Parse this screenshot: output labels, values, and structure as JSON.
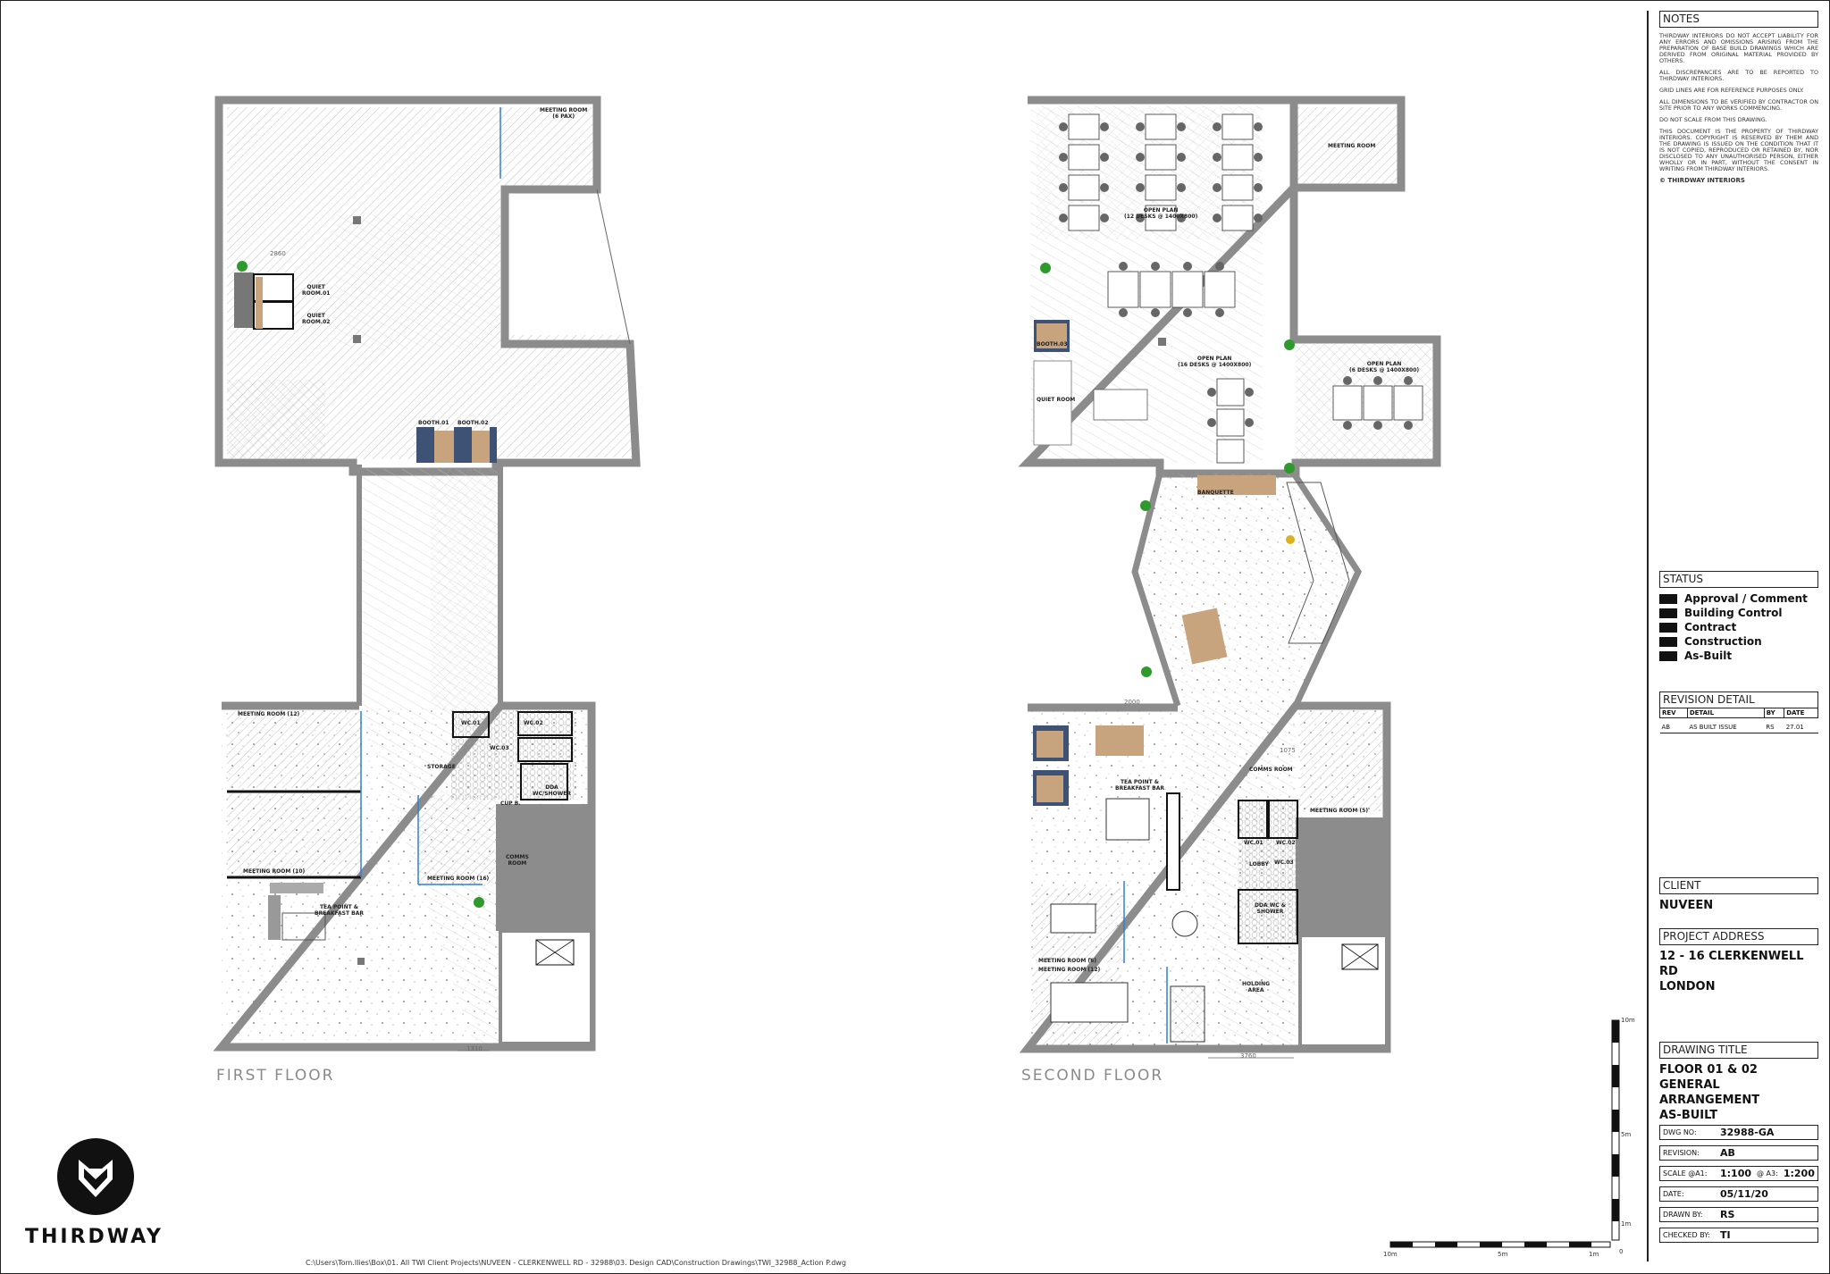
{
  "floors": {
    "first": "FIRST FLOOR",
    "second": "SECOND FLOOR"
  },
  "rooms_first": {
    "meeting_6pax": "MEETING ROOM\n(6 PAX)",
    "quiet_1": "QUIET\nROOM.01",
    "quiet_2": "QUIET\nROOM.02",
    "booth_01": "BOOTH.01",
    "booth_02": "BOOTH.02",
    "meeting_12": "MEETING ROOM (12)",
    "meeting_10": "MEETING ROOM (10)",
    "tea_point": "TEA POINT &\nBREAKFAST BAR",
    "wc_01": "WC.01",
    "wc_02": "WC.02",
    "wc_03": "WC.03",
    "storage": "STORAGE",
    "shower": "DDA\nWC/SHOWER",
    "comms": "COMMS\nROOM",
    "meeting_16": "MEETING ROOM (16)",
    "cleaner": "CUP B."
  },
  "rooms_second": {
    "open_plan_1": "OPEN PLAN\n(12 DESKS @ 1400X800)",
    "meeting_room": "MEETING ROOM",
    "booth_03": "BOOTH.03",
    "open_plan_2": "OPEN PLAN\n(16 DESKS @ 1400X800)",
    "open_plan_3": "OPEN PLAN\n(6 DESKS @ 1400X800)",
    "quiet_room": "QUIET ROOM",
    "banquette": "BANQUETTE",
    "tea_point": "TEA POINT &\nBREAKFAST BAR",
    "comms": "COMMS ROOM",
    "meeting_5": "MEETING ROOM (5)",
    "meeting_6": "MEETING ROOM (6)",
    "meeting_12": "MEETING ROOM (12)",
    "wc_01": "WC.01",
    "wc_02": "WC.02",
    "wc_03": "WC.03",
    "lobby": "LOBBY",
    "shower": "DDA WC &\nSHOWER",
    "holding": "HOLDING\nAREA"
  },
  "dimensions": {
    "d1310": "1310",
    "d2000": "2000",
    "d3760": "3760",
    "d1075": "1075",
    "d2860": "2860"
  },
  "file_path": "C:\\Users\\Tom.Ilies\\Box\\01. All TWI Client Projects\\NUVEEN - CLERKENWELL RD - 32988\\03. Design CAD\\Construction Drawings\\TWI_32988_Action P.dwg",
  "logo": {
    "name": "THIRDWAY"
  },
  "notes": {
    "heading": "NOTES",
    "paragraphs": [
      "Thirdway Interiors do not accept liability for any errors and omissions arising from the preparation of base build drawings which are derived from original material provided by others.",
      "All discrepancies are to be reported to Thirdway Interiors.",
      "Grid lines are for reference purposes only.",
      "All dimensions to be verified by contractor on site prior to any works commencing.",
      "Do not scale from this drawing.",
      "This document is the property of Thirdway Interiors. Copyright is reserved by them and the drawing is issued on the condition that it is not copied, reproduced or retained by, nor disclosed to any unauthorised person, either wholly or in part, without the consent in writing from Thirdway Interiors."
    ],
    "copyright": "© THIRDWAY INTERIORS"
  },
  "status": {
    "heading": "STATUS",
    "items": [
      "Approval / Comment",
      "Building Control",
      "Contract",
      "Construction",
      "As-Built"
    ]
  },
  "revision": {
    "heading": "REVISION DETAIL",
    "columns": [
      "REV",
      "DETAIL",
      "BY",
      "DATE"
    ],
    "rows": [
      [
        "AB",
        "AS BUILT ISSUE",
        "RS",
        "27.01"
      ]
    ]
  },
  "client": {
    "heading": "CLIENT",
    "value": "NUVEEN"
  },
  "project_address": {
    "heading": "PROJECT ADDRESS",
    "line1": "12 - 16 CLERKENWELL RD",
    "line2": "LONDON"
  },
  "drawing_title": {
    "heading": "DRAWING TITLE",
    "line1": "FLOOR 01 & 02",
    "line2": "GENERAL ARRANGEMENT",
    "line3": "AS-BUILT"
  },
  "drawing_info": {
    "dwg_no_label": "DWG NO:",
    "dwg_no": "32988-GA",
    "revision_label": "REVISION:",
    "revision": "AB",
    "scale_a1_label": "SCALE @A1:",
    "scale_a1": "1:100",
    "scale_a3_label": "@ A3:",
    "scale_a3": "1:200",
    "date_label": "DATE:",
    "date": "05/11/20",
    "drawn_label": "DRAWN BY:",
    "drawn": "RS",
    "checked_label": "CHECKED BY:",
    "checked": "TI"
  },
  "scale_bar": {
    "v_top": "10m",
    "v_mid": "5m",
    "v_low": "1m",
    "v_zero": "0",
    "h_left": "10m",
    "h_mid": "5m",
    "h_right": "1m"
  },
  "colors": {
    "wall": "#8c8c8c",
    "hatch": "#9a9a9a",
    "glazing": "#2f7fd6",
    "booth": "#3d5275",
    "timber": "#c8a47e",
    "plant": "#2e9a2e"
  }
}
